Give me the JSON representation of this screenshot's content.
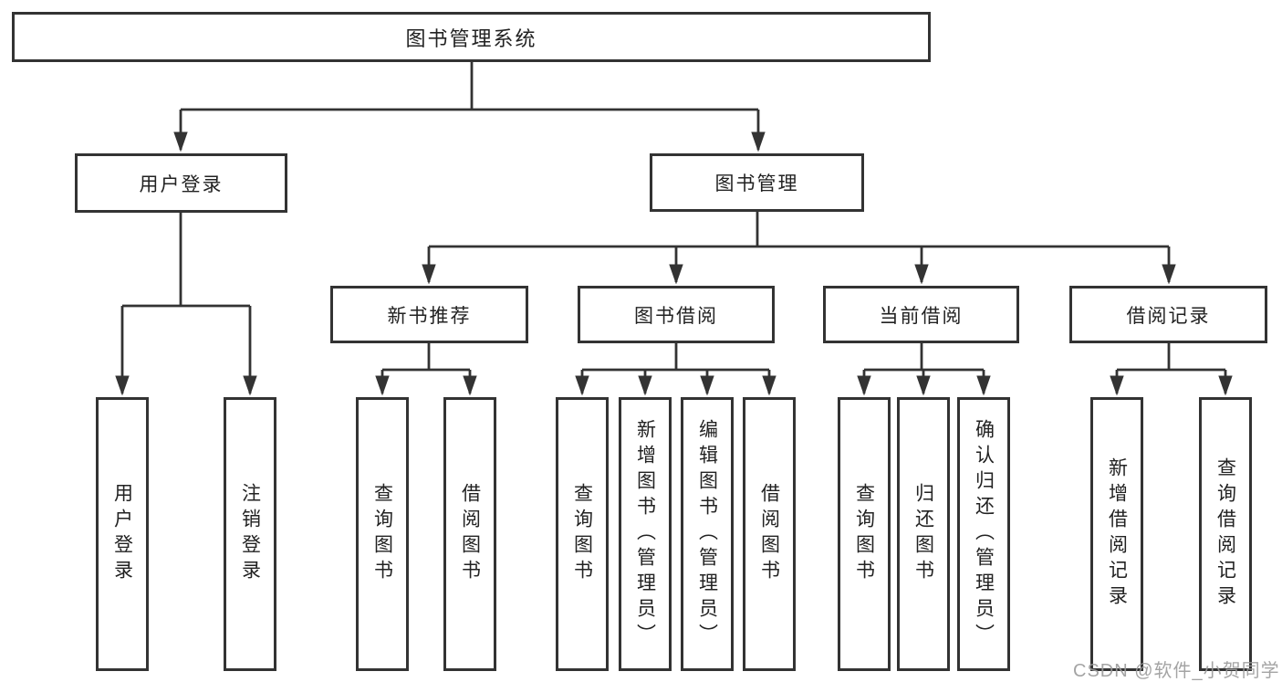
{
  "diagram": {
    "title": "图书管理系统",
    "nodes": {
      "root": {
        "label": "图书管理系统"
      },
      "user_login": {
        "label": "用户登录"
      },
      "book_mgmt": {
        "label": "图书管理"
      },
      "new_book": {
        "label": "新书推荐"
      },
      "book_borrow": {
        "label": "图书借阅"
      },
      "current_borrow": {
        "label": "当前借阅"
      },
      "borrow_record": {
        "label": "借阅记录"
      },
      "leaves": [
        {
          "label": "用户登录",
          "parent": "用户登录"
        },
        {
          "label": "注销登录",
          "parent": "用户登录"
        },
        {
          "label": "查询图书",
          "parent": "新书推荐"
        },
        {
          "label": "借阅图书",
          "parent": "新书推荐"
        },
        {
          "label": "查询图书",
          "parent": "图书借阅"
        },
        {
          "label": "新增图书（管理员）",
          "parent": "图书借阅"
        },
        {
          "label": "编辑图书（管理员）",
          "parent": "图书借阅"
        },
        {
          "label": "借阅图书",
          "parent": "图书借阅"
        },
        {
          "label": "查询图书",
          "parent": "当前借阅"
        },
        {
          "label": "归还图书",
          "parent": "当前借阅"
        },
        {
          "label": "确认归还（管理员）",
          "parent": "当前借阅"
        },
        {
          "label": "新增借阅记录",
          "parent": "借阅记录"
        },
        {
          "label": "查询借阅记录",
          "parent": "借阅记录"
        }
      ]
    },
    "colors": {
      "line": "#333333",
      "box_border": "#333333",
      "box_background": "#ffffff",
      "text": "#222222",
      "watermark": "#9b9b9b"
    }
  },
  "watermark": "CSDN @软件_小贺同学"
}
